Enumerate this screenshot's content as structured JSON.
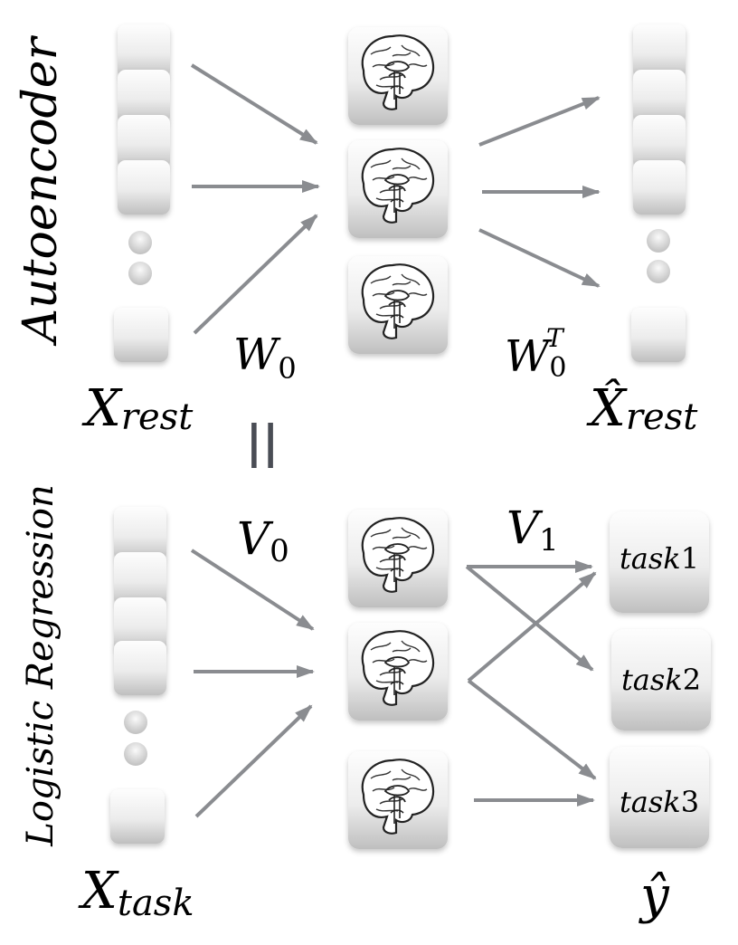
{
  "top": {
    "side_label": "Autoencoder",
    "input_label": {
      "main": "X",
      "sub": "rest"
    },
    "weight_in": {
      "main": "W",
      "sub": "0"
    },
    "weight_out": {
      "main": "W",
      "sub": "0",
      "sup": "T"
    },
    "output_label": {
      "main": "X̂",
      "sub": "rest"
    }
  },
  "equals_sign": "||",
  "bottom": {
    "side_label": "Logistic Regression",
    "weight_in": {
      "main": "V",
      "sub": "0"
    },
    "weight_out": {
      "main": "V",
      "sub": "1"
    },
    "input_label": {
      "main": "X",
      "sub": "task"
    },
    "output_label": "ŷ",
    "tasks": [
      {
        "name": "task",
        "num": "1"
      },
      {
        "name": "task",
        "num": "2"
      },
      {
        "name": "task",
        "num": "3"
      }
    ]
  },
  "colors": {
    "arrow": "#8a8c90",
    "node_light": "#fbfbfb",
    "node_dark": "#c6c6c6",
    "equals": "#4a4d55"
  }
}
